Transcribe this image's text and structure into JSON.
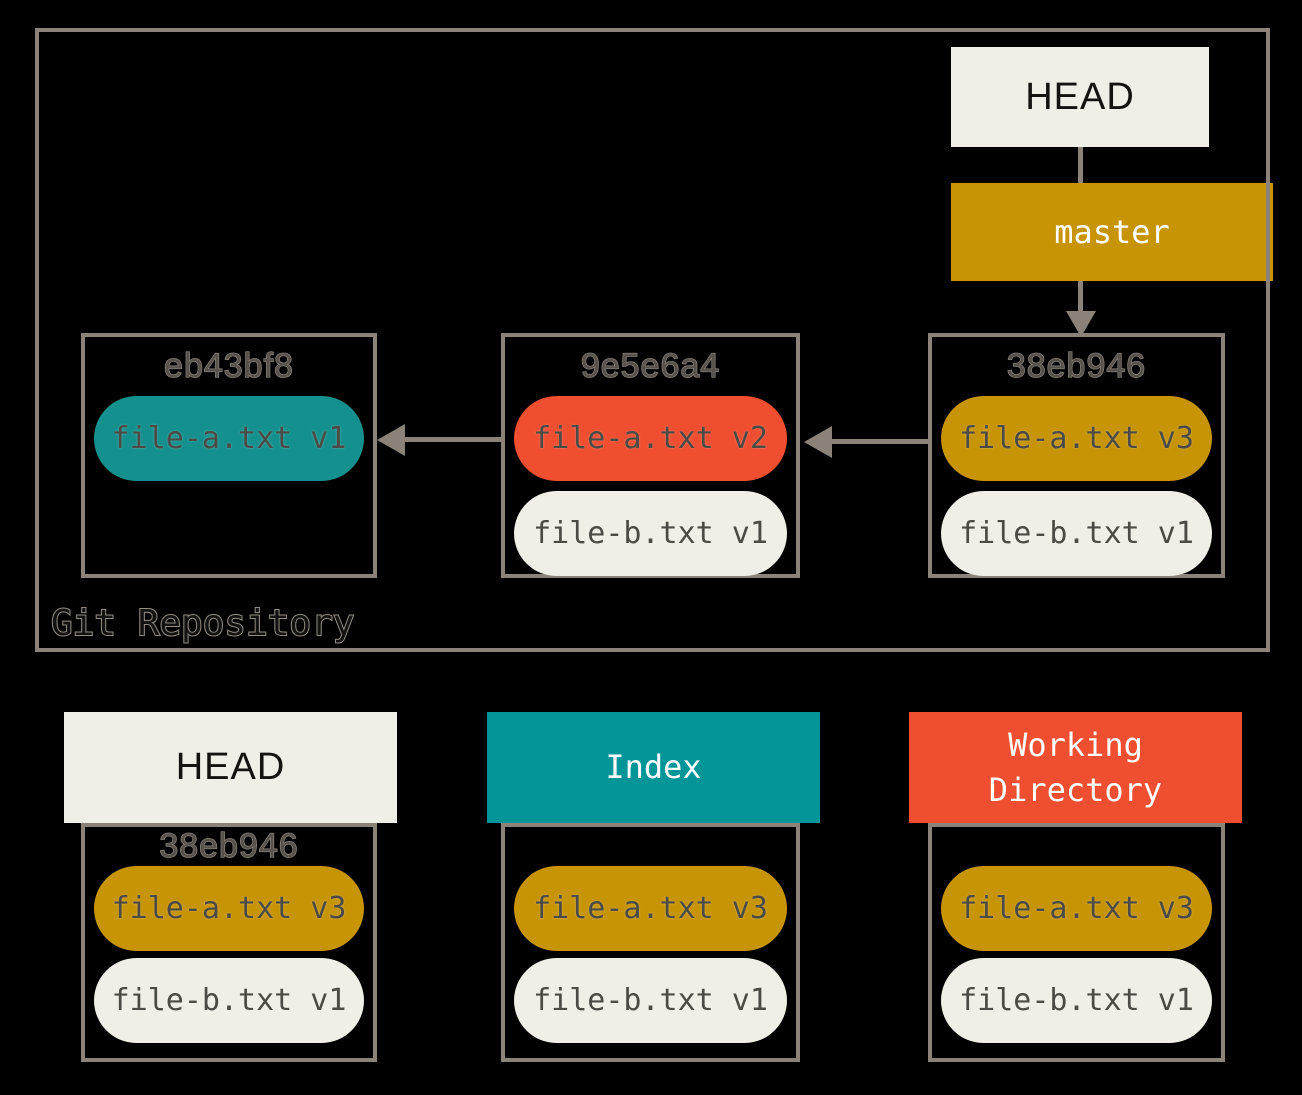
{
  "repository": {
    "label": "Git Repository",
    "head_label": "HEAD",
    "branch_label": "master",
    "commits": [
      {
        "hash": "eb43bf8",
        "files": [
          {
            "label": "file-a.txt v1"
          }
        ]
      },
      {
        "hash": "9e5e6a4",
        "files": [
          {
            "label": "file-a.txt v2"
          },
          {
            "label": "file-b.txt v1"
          }
        ]
      },
      {
        "hash": "38eb946",
        "files": [
          {
            "label": "file-a.txt v3"
          },
          {
            "label": "file-b.txt v1"
          }
        ]
      }
    ]
  },
  "areas": [
    {
      "title": "HEAD",
      "hash": "38eb946",
      "files": [
        {
          "label": "file-a.txt v3"
        },
        {
          "label": "file-b.txt v1"
        }
      ]
    },
    {
      "title": "Index",
      "files": [
        {
          "label": "file-a.txt v3"
        },
        {
          "label": "file-b.txt v1"
        }
      ]
    },
    {
      "title": "Working Directory",
      "files": [
        {
          "label": "file-a.txt v3"
        },
        {
          "label": "file-b.txt v1"
        }
      ]
    }
  ],
  "colors": {
    "background": "#000000",
    "line": "#8B8379",
    "cream": "#F0EFE7",
    "gold": "#C79405",
    "teal_pill": "#14918F",
    "teal_header": "#049598",
    "red": "#F04E31",
    "pill_text": "#4B4A45",
    "hash_text": "#57524B"
  }
}
